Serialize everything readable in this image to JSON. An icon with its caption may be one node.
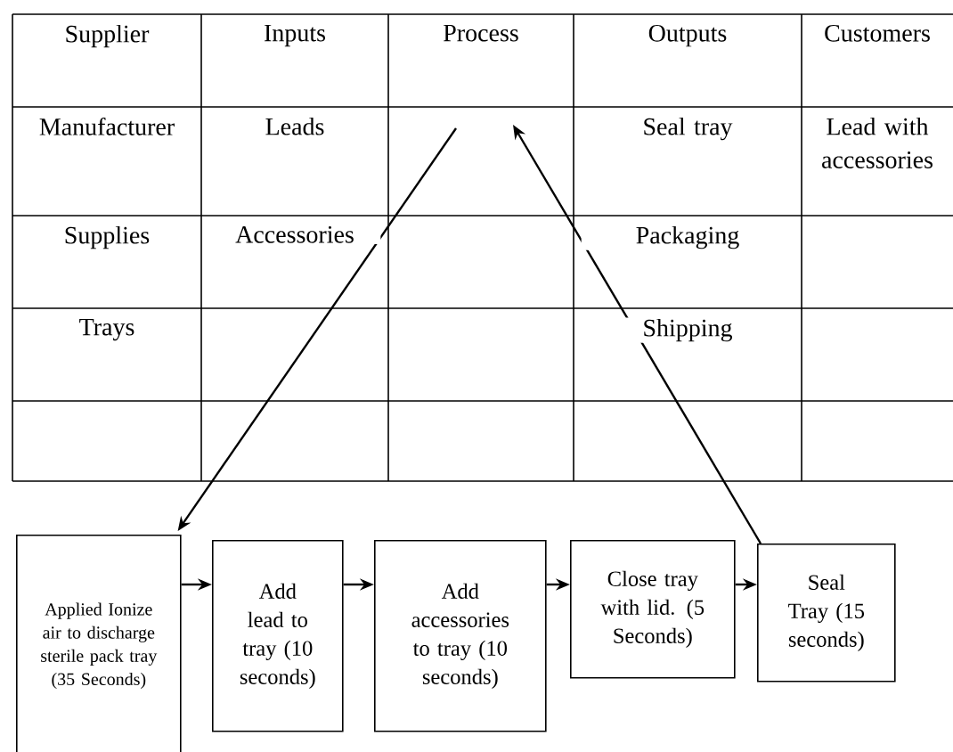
{
  "diagram": {
    "nodes": [
      {
        "text": [
          "Applied Ionize air to discharge sterile pack tray (35 Seconds)"
        ]
      },
      {
        "text": [
          "Add lead to tray (10 seconds)"
        ]
      },
      {
        "text": [
          "Add accessories to tray (10 seconds)"
        ]
      },
      {
        "text": [
          "Close tray with lid. (5 Seconds)"
        ]
      },
      {
        "text": [
          "Seal Tray (15 seconds)"
        ]
      }
    ],
    "edges": [
      {
        "from": null,
        "to": 0,
        "arrow": "to"
      },
      {
        "from": 0,
        "to": 1,
        "arrow": "to"
      },
      {
        "from": 1,
        "to": 2,
        "arrow": "to"
      },
      {
        "from": 2,
        "to": 3,
        "arrow": "to"
      },
      {
        "from": 3,
        "to": 4,
        "arrow": "to"
      },
      {
        "from": 4,
        "to": null,
        "arrow": "to"
      }
    ],
    "labels": [
      "Supplier",
      "Inputs",
      "Process",
      "Outputs",
      "Customers",
      "Manufacturer",
      "Leads",
      "Seal tray",
      "Lead with accessories",
      "Supplies",
      "Accessories",
      "Packaging",
      "Trays",
      "Shipping"
    ]
  }
}
